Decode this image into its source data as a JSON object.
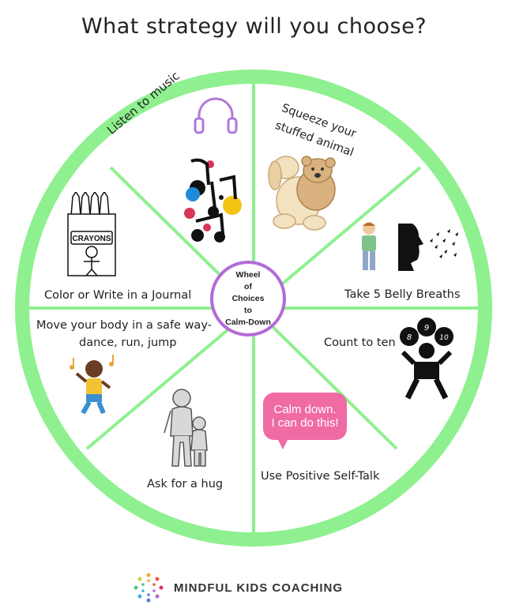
{
  "title": "What strategy will you choose?",
  "wheel": {
    "center": [
      "Wheel",
      "of",
      "Choices",
      "to",
      "Calm-Down"
    ],
    "segments": {
      "music": "Listen to music",
      "squeeze_line1": "Squeeze your",
      "squeeze_line2": "stuffed animal",
      "breaths": "Take 5 Belly Breaths",
      "count": "Count to ten",
      "selftalk": "Use Positive Self-Talk",
      "hug": "Ask for a hug",
      "move_line1": "Move your body in a safe way-",
      "move_line2": "dance, run, jump",
      "color": "Color or Write in a Journal"
    },
    "crayons_label": "CRAYONS",
    "count_numbers": [
      "8",
      "9",
      "10"
    ],
    "bubble_line1": "Calm down.",
    "bubble_line2": "I can do this!"
  },
  "footer": {
    "brand": "MINDFUL KIDS COACHING"
  },
  "colors": {
    "rim": "#8ef08e",
    "center_ring": "#b36ad8",
    "bubble": "#f06ba3",
    "headphones": "#b07ad6"
  }
}
